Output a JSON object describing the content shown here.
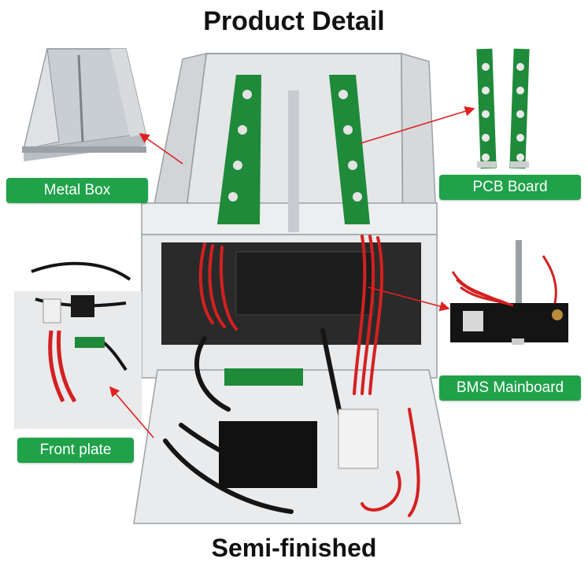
{
  "page": {
    "title_top": "Product Detail",
    "title_bottom": "Semi-finished"
  },
  "labels": {
    "metal_box": "Metal Box",
    "pcb_board": "PCB Board",
    "bms_mainboard": "BMS Mainboard",
    "front_plate": "Front plate"
  },
  "colors": {
    "label_bg": "#1fa24a",
    "arrow": "#e02020",
    "pcb_green": "#1f8a3a",
    "cable_red": "#d42020",
    "cable_black": "#151515",
    "metal": "#e4e6e8"
  }
}
